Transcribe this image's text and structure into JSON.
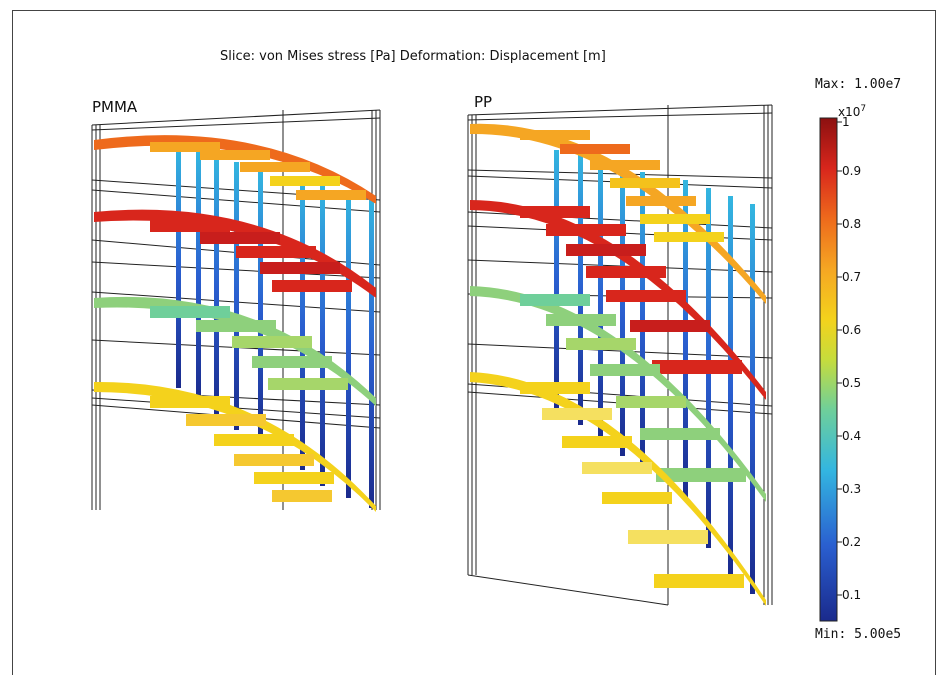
{
  "figure": {
    "title": "Slice: von Mises stress [Pa]   Deformation: Displacement [m]",
    "panels": [
      {
        "label": "PMMA"
      },
      {
        "label": "PP"
      }
    ],
    "colorbar": {
      "max_label": "Max: 1.00e7",
      "min_label": "Min: 5.00e5",
      "exponent_base": "x10",
      "exponent_power": "7",
      "ticks": [
        "1",
        "0.9",
        "0.8",
        "0.7",
        "0.6",
        "0.5",
        "0.4",
        "0.3",
        "0.2",
        "0.1"
      ],
      "colormap": "rainbow",
      "colors": [
        "#1a2a8c",
        "#2a5fd0",
        "#33b6e0",
        "#6fcf9a",
        "#c6dc3c",
        "#f4d21c",
        "#f5a623",
        "#ee6a1c",
        "#d8261c",
        "#8c1010"
      ]
    }
  }
}
